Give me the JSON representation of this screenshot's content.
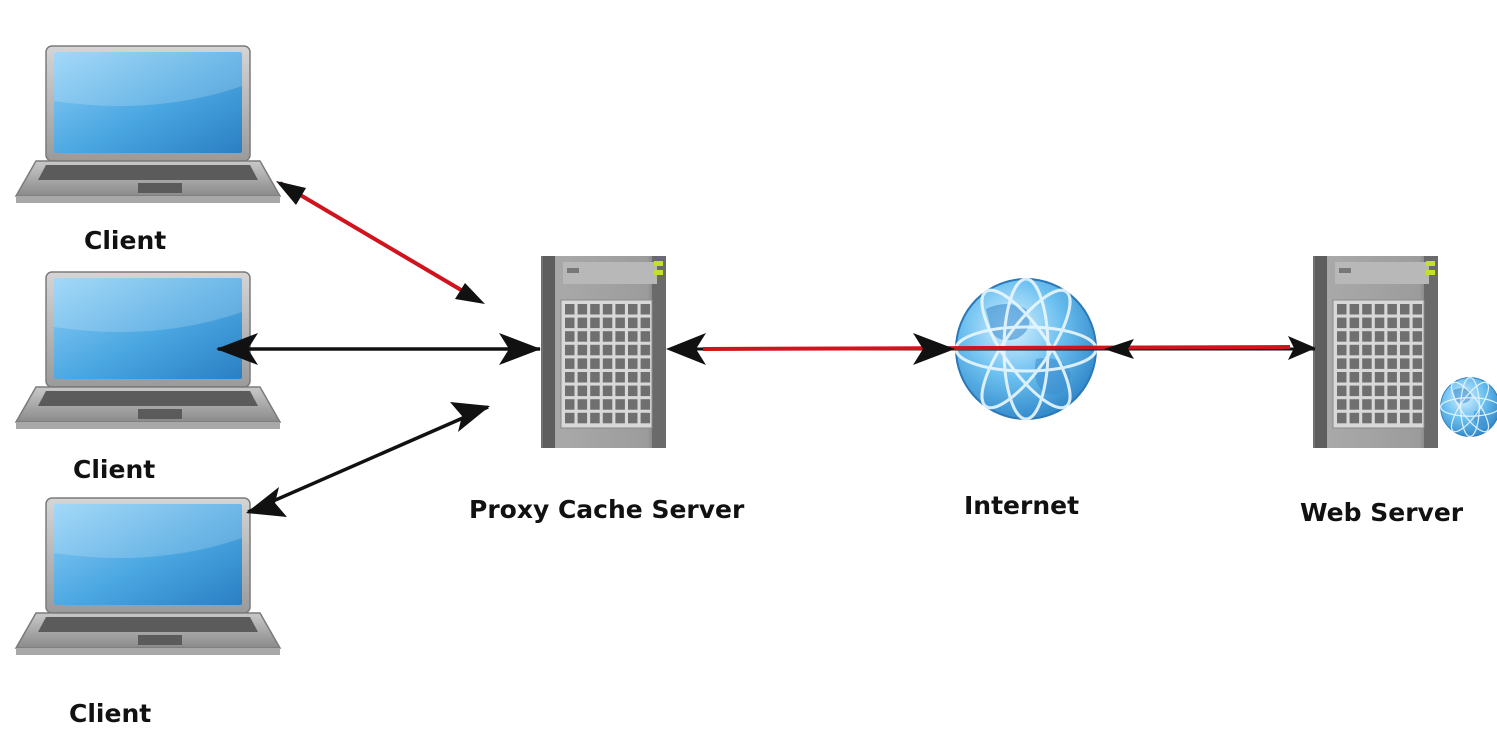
{
  "labels": {
    "client_1": "Client",
    "client_2": "Client",
    "client_3": "Client",
    "proxy": "Proxy Cache Server",
    "internet": "Internet",
    "web_server": "Web Server"
  },
  "colors": {
    "request_line": "#d0131d",
    "response_line": "#111111",
    "screen": "#3f9ad8",
    "server_body": "#8e8e8e",
    "led": "#c4e02a",
    "globe": "#5cb3ea"
  }
}
